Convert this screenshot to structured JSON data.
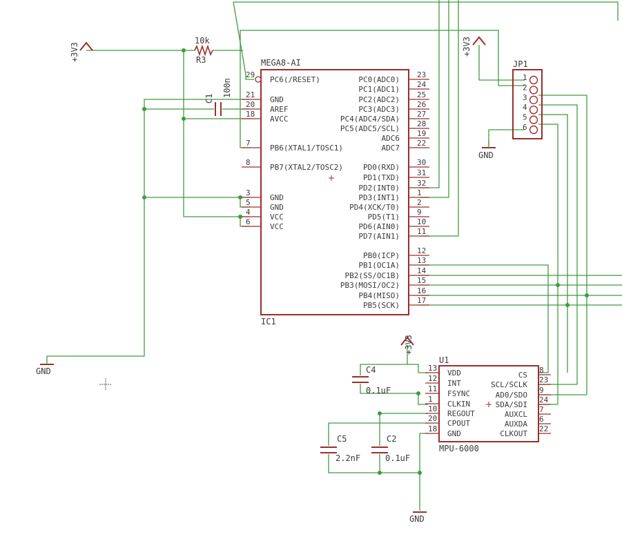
{
  "ic1": {
    "value": "MEGA8-AI",
    "name": "IC1",
    "left_pins": [
      {
        "num": "29",
        "name": "PC6(/RESET)"
      },
      {
        "num": "21",
        "name": "GND"
      },
      {
        "num": "20",
        "name": "AREF"
      },
      {
        "num": "18",
        "name": "AVCC"
      },
      {
        "num": "7",
        "name": "PB6(XTAL1/TOSC1)"
      },
      {
        "num": "8",
        "name": "PB7(XTAL2/TOSC2)"
      },
      {
        "num": "3",
        "name": "GND"
      },
      {
        "num": "5",
        "name": "GND"
      },
      {
        "num": "4",
        "name": "VCC"
      },
      {
        "num": "6",
        "name": "VCC"
      }
    ],
    "right_pins": [
      {
        "num": "23",
        "name": "PC0(ADC0)"
      },
      {
        "num": "24",
        "name": "PC1(ADC1)"
      },
      {
        "num": "25",
        "name": "PC2(ADC2)"
      },
      {
        "num": "26",
        "name": "PC3(ADC3)"
      },
      {
        "num": "27",
        "name": "PC4(ADC4/SDA)"
      },
      {
        "num": "28",
        "name": "PC5(ADC5/SCL)"
      },
      {
        "num": "19",
        "name": "ADC6"
      },
      {
        "num": "22",
        "name": "ADC7"
      },
      {
        "num": "30",
        "name": "PD0(RXD)"
      },
      {
        "num": "31",
        "name": "PD1(TXD)"
      },
      {
        "num": "32",
        "name": "PD2(INT0)"
      },
      {
        "num": "1",
        "name": "PD3(INT1)"
      },
      {
        "num": "2",
        "name": "PD4(XCK/T0)"
      },
      {
        "num": "9",
        "name": "PD5(T1)"
      },
      {
        "num": "10",
        "name": "PD6(AIN0)"
      },
      {
        "num": "11",
        "name": "PD7(AIN1)"
      },
      {
        "num": "12",
        "name": "PB0(ICP)"
      },
      {
        "num": "13",
        "name": "PB1(OC1A)"
      },
      {
        "num": "14",
        "name": "PB2(SS/OC1B)"
      },
      {
        "num": "15",
        "name": "PB3(MOSI/OC2)"
      },
      {
        "num": "16",
        "name": "PB4(MISO)"
      },
      {
        "num": "17",
        "name": "PB5(SCK)"
      }
    ]
  },
  "u1": {
    "value": "MPU-6000",
    "name": "U1",
    "left_pins": [
      {
        "num": "13",
        "name": "VDD"
      },
      {
        "num": "12",
        "name": "INT"
      },
      {
        "num": "11",
        "name": "FSYNC"
      },
      {
        "num": "1",
        "name": "CLKIN"
      },
      {
        "num": "10",
        "name": "REGOUT"
      },
      {
        "num": "20",
        "name": "CPOUT"
      },
      {
        "num": "18",
        "name": "GND"
      }
    ],
    "right_pins": [
      {
        "num": "8",
        "name": "CS"
      },
      {
        "num": "23",
        "name": "SCL/SCLK"
      },
      {
        "num": "9",
        "name": "AD0/SDO"
      },
      {
        "num": "24",
        "name": "SDA/SDI"
      },
      {
        "num": "7",
        "name": "AUXCL"
      },
      {
        "num": "6",
        "name": "AUXDA"
      },
      {
        "num": "22",
        "name": "CLKOUT"
      }
    ]
  },
  "jp1": {
    "name": "JP1",
    "pins": [
      "1",
      "2",
      "3",
      "4",
      "5",
      "6"
    ]
  },
  "r3": {
    "name": "R3",
    "value": "10k"
  },
  "c1": {
    "name": "C1",
    "value": "100n"
  },
  "c2": {
    "name": "C2",
    "value": "0.1uF"
  },
  "c4": {
    "name": "C4",
    "value": "0.1uF"
  },
  "c5": {
    "name": "C5",
    "value": "2.2nF"
  },
  "supplies": {
    "vcc_left": "+3V3",
    "vcc_jp1": "+3V3",
    "vcc_u1": "+3V3",
    "gnd_left": "GND",
    "gnd_jp1": "GND",
    "gnd_u1": "GND"
  },
  "colors": {
    "wire": "#3f9b3f",
    "part": "#9b2c2c",
    "text": "#3a3a3a"
  }
}
